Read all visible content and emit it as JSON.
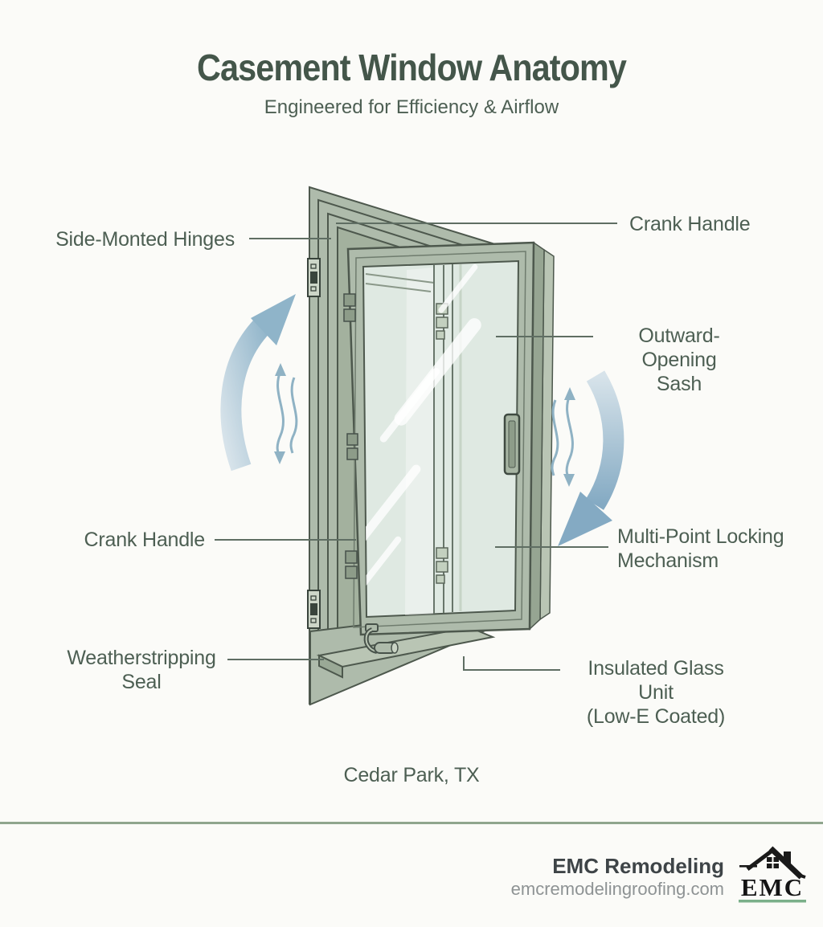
{
  "header": {
    "title": "Casement Window Anatomy",
    "subtitle": "Engineered for Efficiency & Airflow"
  },
  "callouts": {
    "side_hinges": "Side-Monted Hinges",
    "crank_handle_top": "Crank Handle",
    "outward_sash": "Outward-Opening\nSash",
    "multi_point_lock": "Multi-Point Locking\nMechanism",
    "crank_handle_left": "Crank Handle",
    "weatherstripping": "Weatherstripping\nSeal",
    "insulated_glass": "Insulated Glass Unit\n(Low-E Coated)"
  },
  "location": "Cedar Park, TX",
  "footer": {
    "company": "EMC Remodeling",
    "website": "emcremodelingroofing.com",
    "logo_text": "EMC"
  },
  "colors": {
    "title": "#44564a",
    "label": "#4d5f53",
    "leader": "#5f6e63",
    "frame": "#aebbab",
    "frame-dark": "#96a592",
    "frame-light": "#b9c5b4",
    "outline": "#4d584d",
    "glass": "#dfe9e2",
    "arrow": "#8fb2c4",
    "divider": "#8fa68d",
    "footer-text": "#3e4447",
    "footer-muted": "#8e9394",
    "logo-green": "#7bb08a"
  }
}
